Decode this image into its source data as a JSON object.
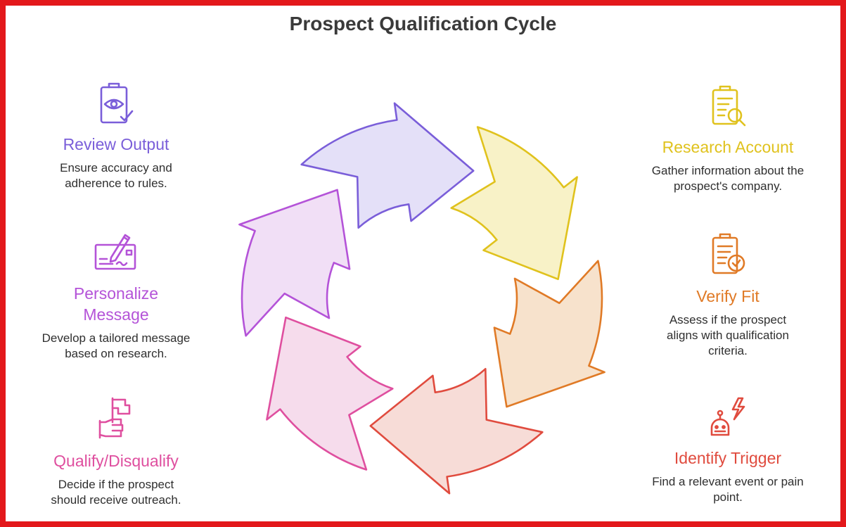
{
  "title": "Prospect Qualification Cycle",
  "steps": [
    {
      "label": "Research Account",
      "description": "Gather information about the prospect's company.",
      "color": "#e0c21d",
      "icon": "clipboard-search-icon"
    },
    {
      "label": "Verify Fit",
      "description": "Assess if the prospect aligns with qualification criteria.",
      "color": "#e07a26",
      "icon": "clipboard-check-icon"
    },
    {
      "label": "Identify Trigger",
      "description": "Find a relevant event or pain point.",
      "color": "#e04b3e",
      "icon": "robot-lightning-icon"
    },
    {
      "label": "Qualify/Disqualify",
      "description": "Decide if the prospect should receive outreach.",
      "color": "#df4f9f",
      "icon": "hand-flag-icon"
    },
    {
      "label": "Personalize Message",
      "description": "Develop a tailored message based on research.",
      "color": "#b453d8",
      "icon": "pen-signature-icon"
    },
    {
      "label": "Review Output",
      "description": "Ensure accuracy and adherence to rules.",
      "color": "#7a5ed9",
      "icon": "clipboard-eye-icon"
    }
  ],
  "colors": {
    "frame": "#e3181b",
    "arrows": [
      {
        "fill": "#f8f2c7",
        "stroke": "#e0c21d"
      },
      {
        "fill": "#f7e2cc",
        "stroke": "#e07a26"
      },
      {
        "fill": "#f7dcd7",
        "stroke": "#e04b3e"
      },
      {
        "fill": "#f6dcec",
        "stroke": "#df4f9f"
      },
      {
        "fill": "#f1dff6",
        "stroke": "#b453d8"
      },
      {
        "fill": "#e4e0f8",
        "stroke": "#7a5ed9"
      }
    ]
  }
}
